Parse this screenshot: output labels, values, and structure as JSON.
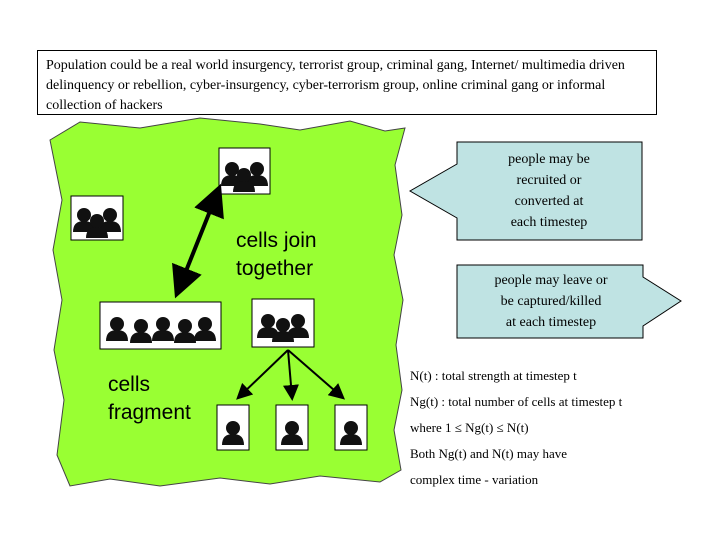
{
  "header": {
    "description": "Population could be a real world insurgency, terrorist group, criminal gang, Internet/ multimedia driven delinquency or rebellion, cyber-insurgency, cyber-terrorism group, online criminal gang or informal collection of hackers"
  },
  "labels": {
    "join_line1": "cells join",
    "join_line2": "together",
    "fragment_line1": "cells",
    "fragment_line2": "fragment"
  },
  "arrows": {
    "recruit": [
      "people may be",
      "recruited or",
      "converted at",
      "each timestep"
    ],
    "leave": [
      "people may leave or",
      "be captured/killed",
      "at each timestep"
    ]
  },
  "legend": {
    "line1": "N(t) :  total strength at timestep t",
    "line2": "Ng(t) :  total number of cells at timestep t",
    "line3": "where 1 ≤ Ng(t) ≤ N(t)",
    "line4": "Both Ng(t) and N(t) may have",
    "line5": "complex time - variation"
  },
  "colors": {
    "region": "#99ff33",
    "arrow_fill": "#bfe3e3",
    "ink": "#000000"
  }
}
